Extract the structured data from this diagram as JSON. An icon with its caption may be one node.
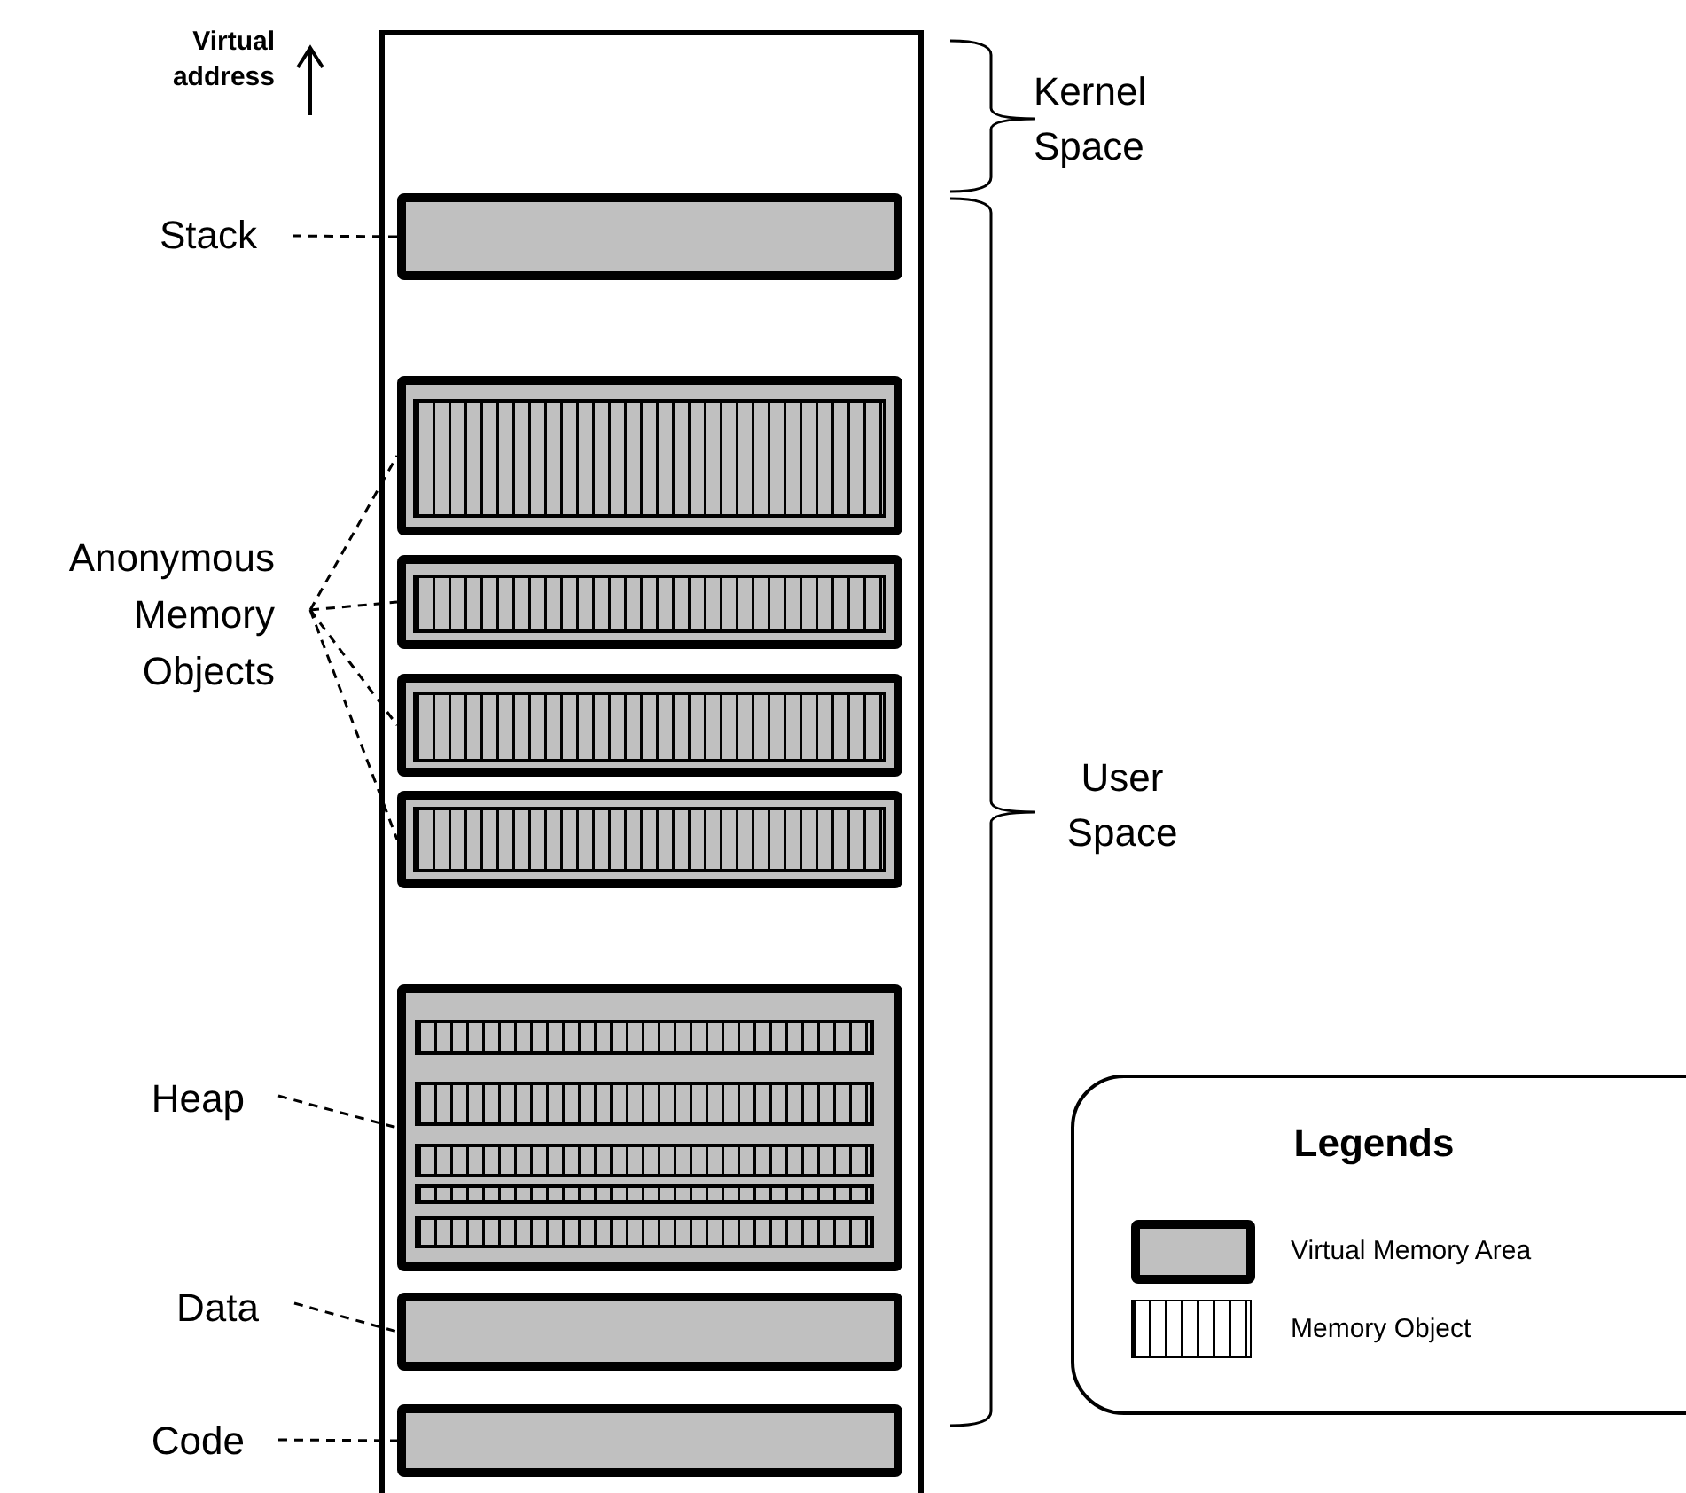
{
  "diagram": {
    "nodes": [
      {
        "text": [],
        "shape": "box"
      },
      {
        "text": [
          "Stack"
        ]
      },
      {
        "text": [],
        "shape": "box",
        "in": 0
      },
      {
        "text": [
          "Anonymous Memory Objects"
        ]
      },
      {
        "text": [],
        "shape": "box",
        "in": 0
      },
      {
        "text": [],
        "shape": "box",
        "in": 4
      },
      {
        "text": [],
        "shape": "box",
        "in": 0
      },
      {
        "text": [],
        "shape": "box",
        "in": 6
      },
      {
        "text": [],
        "shape": "box",
        "in": 0
      },
      {
        "text": [],
        "shape": "box",
        "in": 8
      },
      {
        "text": [],
        "shape": "box",
        "in": 0
      },
      {
        "text": [],
        "shape": "box",
        "in": 10
      },
      {
        "text": [
          "Heap"
        ]
      },
      {
        "text": [],
        "shape": "box",
        "in": 0
      },
      {
        "text": [],
        "shape": "box",
        "in": 13
      },
      {
        "text": [],
        "shape": "box",
        "in": 13
      },
      {
        "text": [],
        "shape": "box",
        "in": 13
      },
      {
        "text": [],
        "shape": "box",
        "in": 13
      },
      {
        "text": [],
        "shape": "box",
        "in": 13
      },
      {
        "text": [
          "Data"
        ]
      },
      {
        "text": [],
        "shape": "box",
        "in": 0
      },
      {
        "text": [
          "Code"
        ]
      },
      {
        "text": [],
        "shape": "box",
        "in": 0
      }
    ],
    "edges": [
      {
        "from": 1,
        "to": 2,
        "arrow": "none",
        "style": "dashed"
      },
      {
        "from": 3,
        "to": 4,
        "arrow": "none",
        "style": "dashed"
      },
      {
        "from": 3,
        "to": 6,
        "arrow": "none",
        "style": "dashed"
      },
      {
        "from": 3,
        "to": 8,
        "arrow": "none",
        "style": "dashed"
      },
      {
        "from": 3,
        "to": 10,
        "arrow": "none",
        "style": "dashed"
      },
      {
        "from": 12,
        "to": 13,
        "arrow": "none",
        "style": "dashed"
      },
      {
        "from": 19,
        "to": 20,
        "arrow": "none",
        "style": "dashed"
      },
      {
        "from": 21,
        "to": 22,
        "arrow": "none",
        "style": "dashed"
      }
    ],
    "labels": [
      "Virtual address",
      "Kernel Space",
      "User Space",
      "Legends"
    ],
    "legend": [
      {
        "text": "Virtual Memory Area"
      },
      {
        "text": "Memory Object"
      }
    ]
  }
}
